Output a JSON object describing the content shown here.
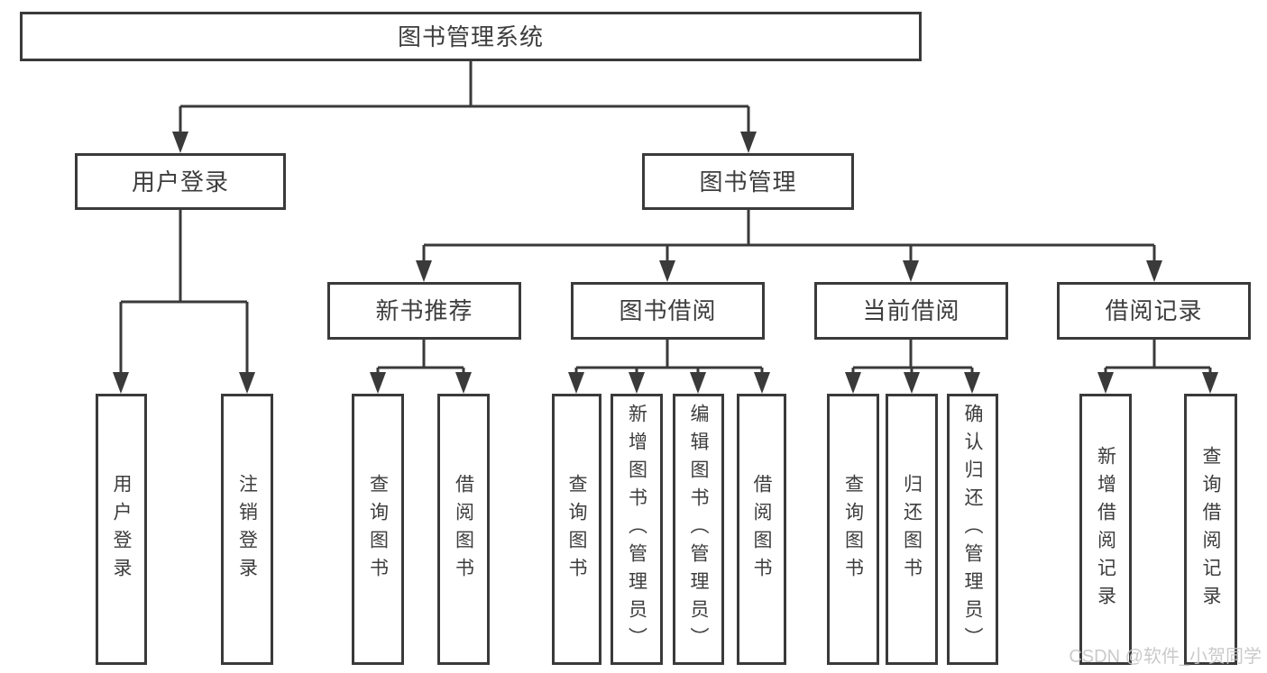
{
  "diagram": {
    "title": "图书管理系统",
    "level2": [
      {
        "label": "用户登录"
      },
      {
        "label": "图书管理"
      }
    ],
    "level3": [
      {
        "label": "新书推荐",
        "parent": "图书管理"
      },
      {
        "label": "图书借阅",
        "parent": "图书管理"
      },
      {
        "label": "当前借阅",
        "parent": "图书管理"
      },
      {
        "label": "借阅记录",
        "parent": "图书管理"
      }
    ],
    "leaves": [
      {
        "label": "用户登录",
        "parent": "用户登录"
      },
      {
        "label": "注销登录",
        "parent": "用户登录"
      },
      {
        "label": "查询图书",
        "parent": "新书推荐"
      },
      {
        "label": "借阅图书",
        "parent": "新书推荐"
      },
      {
        "label": "查询图书",
        "parent": "图书借阅"
      },
      {
        "label": "新增图书（管理员）",
        "parent": "图书借阅"
      },
      {
        "label": "编辑图书（管理员）",
        "parent": "图书借阅"
      },
      {
        "label": "借阅图书",
        "parent": "图书借阅"
      },
      {
        "label": "查询图书",
        "parent": "当前借阅"
      },
      {
        "label": "归还图书",
        "parent": "当前借阅"
      },
      {
        "label": "确认归还（管理员）",
        "parent": "当前借阅"
      },
      {
        "label": "新增借阅记录",
        "parent": "借阅记录"
      },
      {
        "label": "查询借阅记录",
        "parent": "借阅记录"
      }
    ],
    "watermark": "CSDN @软件_小贺同学",
    "colors": {
      "line": "#3a3a3a",
      "box_border": "#3a3a3a",
      "text": "#3d3d3d",
      "background": "#ffffff",
      "watermark": "#c6c6c6"
    }
  }
}
